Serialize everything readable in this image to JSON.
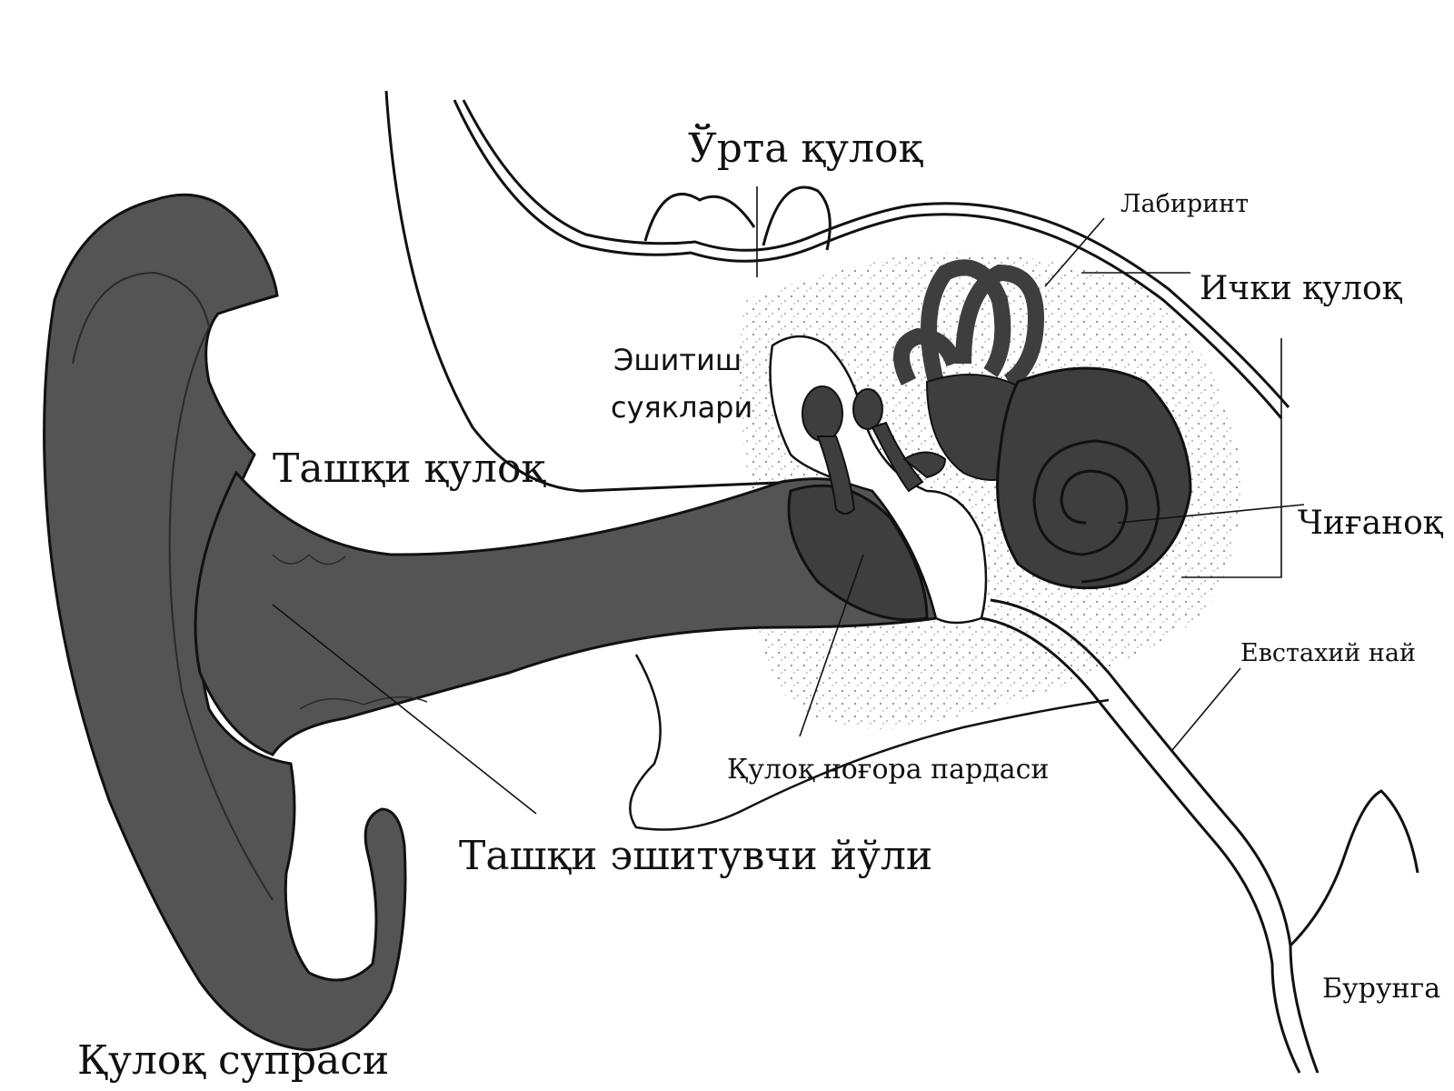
{
  "labels": {
    "middle_ear": "Ўрта қулоқ",
    "labyrinth": "Лабиринт",
    "inner_ear": "Ички қулоқ",
    "ossicles_line1": "Эшитиш",
    "ossicles_line2": "суяклари",
    "outer_ear": "Ташқи қулоқ",
    "cochlea": "Чиғаноқ",
    "eustachian_tube": "Евстахий най",
    "eardrum": "Қулоқ ноғора пардаси",
    "ear_canal": "Ташқи эшитувчи йўли",
    "to_nose": "Бурунга",
    "auricle": "Қулоқ супраси"
  },
  "colors": {
    "tissue": "#545454",
    "outline": "#111111",
    "bone_stipple": "#8a8a8a",
    "paper": "#ffffff"
  }
}
